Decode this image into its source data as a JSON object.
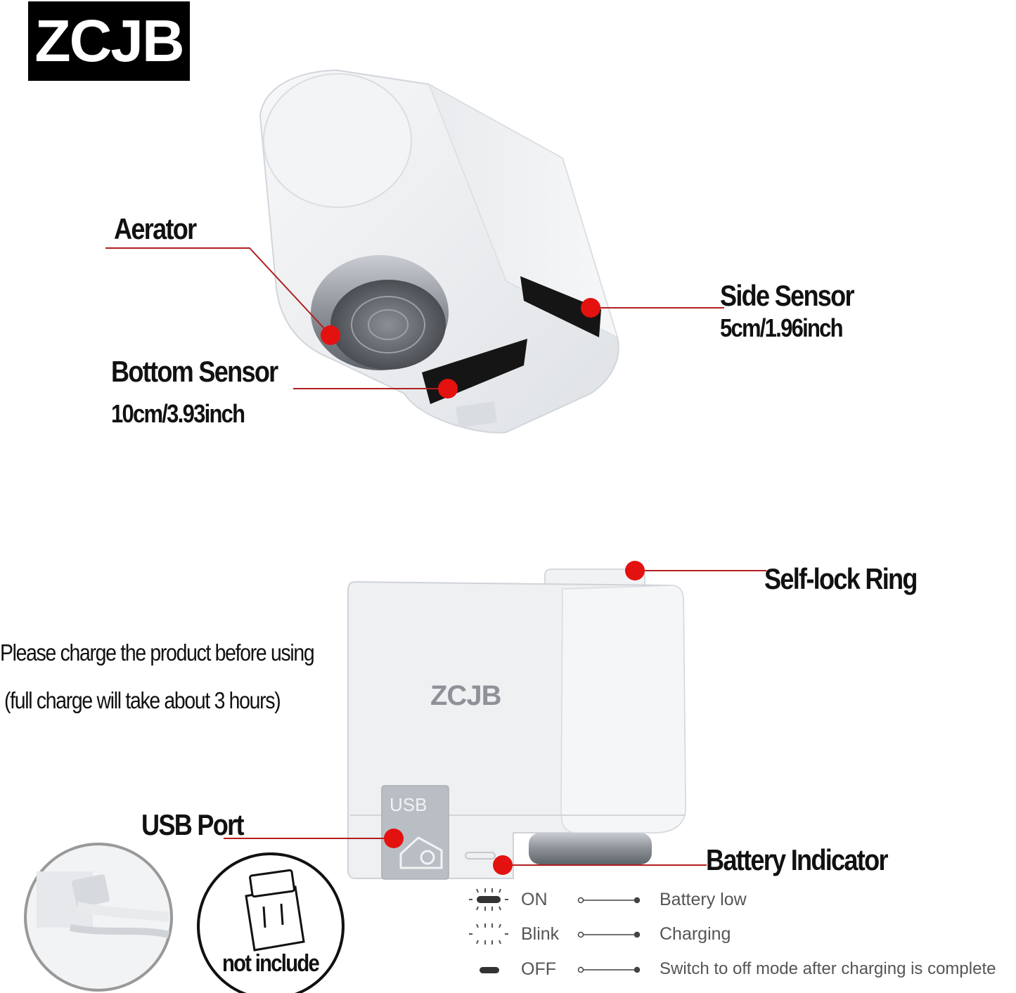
{
  "brand": {
    "logo_text": "ZCJB",
    "product_mark": "ZCJB"
  },
  "top_view": {
    "aerator_label": "Aerator",
    "side_sensor_label": "Side Sensor",
    "side_sensor_range": "5cm/1.96inch",
    "bottom_sensor_label": "Bottom Sensor",
    "bottom_sensor_range": "10cm/3.93inch"
  },
  "bottom_view": {
    "self_lock_label": "Self-lock Ring",
    "charge_note_line1": "Please charge the product before using",
    "charge_note_line2": "(full charge will take about 3 hours)",
    "usb_port_label": "USB Port",
    "usb_mark": "USB",
    "battery_indicator_label": "Battery Indicator",
    "cable_note": "not include"
  },
  "legend": [
    {
      "state": "ON",
      "icon": "led-on-icon",
      "meaning": "Battery low"
    },
    {
      "state": "Blink",
      "icon": "led-blink-icon",
      "meaning": "Charging"
    },
    {
      "state": "OFF",
      "icon": "led-off-icon",
      "meaning": "Switch to off mode after charging is complete"
    }
  ],
  "colors": {
    "marker": "#e3110f",
    "leader_line": "#b02020",
    "sensor_window": "#151515",
    "device_body": "#eef0f2"
  }
}
